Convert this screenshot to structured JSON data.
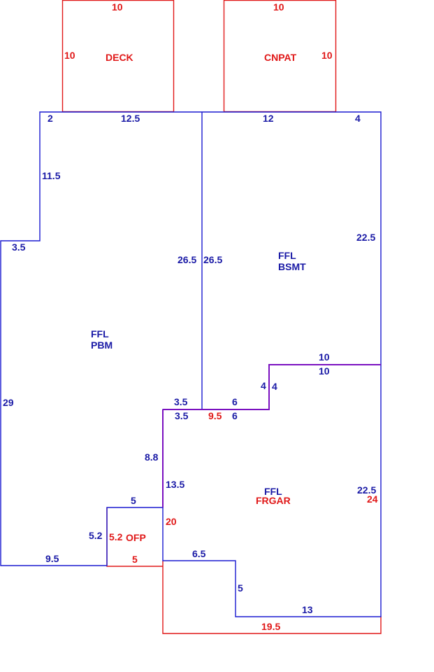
{
  "colors": {
    "blue": "#1a1aa6",
    "red": "#e01818",
    "shared": "#7a10c0"
  },
  "areas": {
    "deck": {
      "name": "DECK"
    },
    "cnpat": {
      "name": "CNPAT"
    },
    "ffl_pbm": {
      "line1": "FFL",
      "line2": "PBM"
    },
    "ffl_bsmt": {
      "line1": "FFL",
      "line2": "BSMT"
    },
    "ffl_frgar": {
      "line1": "FFL",
      "line2": "FRGAR"
    },
    "ofp": {
      "name": "OFP"
    }
  },
  "dimensions": {
    "deck_top": "10",
    "deck_left": "10",
    "cnpat_top": "10",
    "cnpat_right": "10",
    "pbm_top_short": "2",
    "pbm_top": "12.5",
    "pbm_left_upper": "11.5",
    "pbm_step": "3.5",
    "pbm_left": "29",
    "pbm_bottom": "9.5",
    "pbm_right": "26.5",
    "pbm_notch_top": "3.5",
    "pbm_notch_side": "8.8",
    "pbm_ofp_side": "5.2",
    "bsmt_left": "26.5",
    "bsmt_top": "12",
    "bsmt_top_short": "4",
    "bsmt_right": "22.5",
    "bsmt_bottom_step": "10",
    "bsmt_bottom_step_side": "4",
    "bsmt_bottom_mid": "6",
    "gar_top_step": "10",
    "gar_step_side": "4",
    "gar_top_mid": "6",
    "gar_top_left": "3.5",
    "gar_top_red": "9.5",
    "gar_left": "13.5",
    "gar_right": "22.5",
    "gar_right_red": "24",
    "gar_left_red": "20",
    "gar_inner_top": "6.5",
    "gar_inner_side": "5",
    "gar_inner_bottom": "13",
    "gar_bottom_red": "19.5",
    "ofp_top": "5",
    "ofp_left": "5.2",
    "ofp_bottom": "5"
  }
}
